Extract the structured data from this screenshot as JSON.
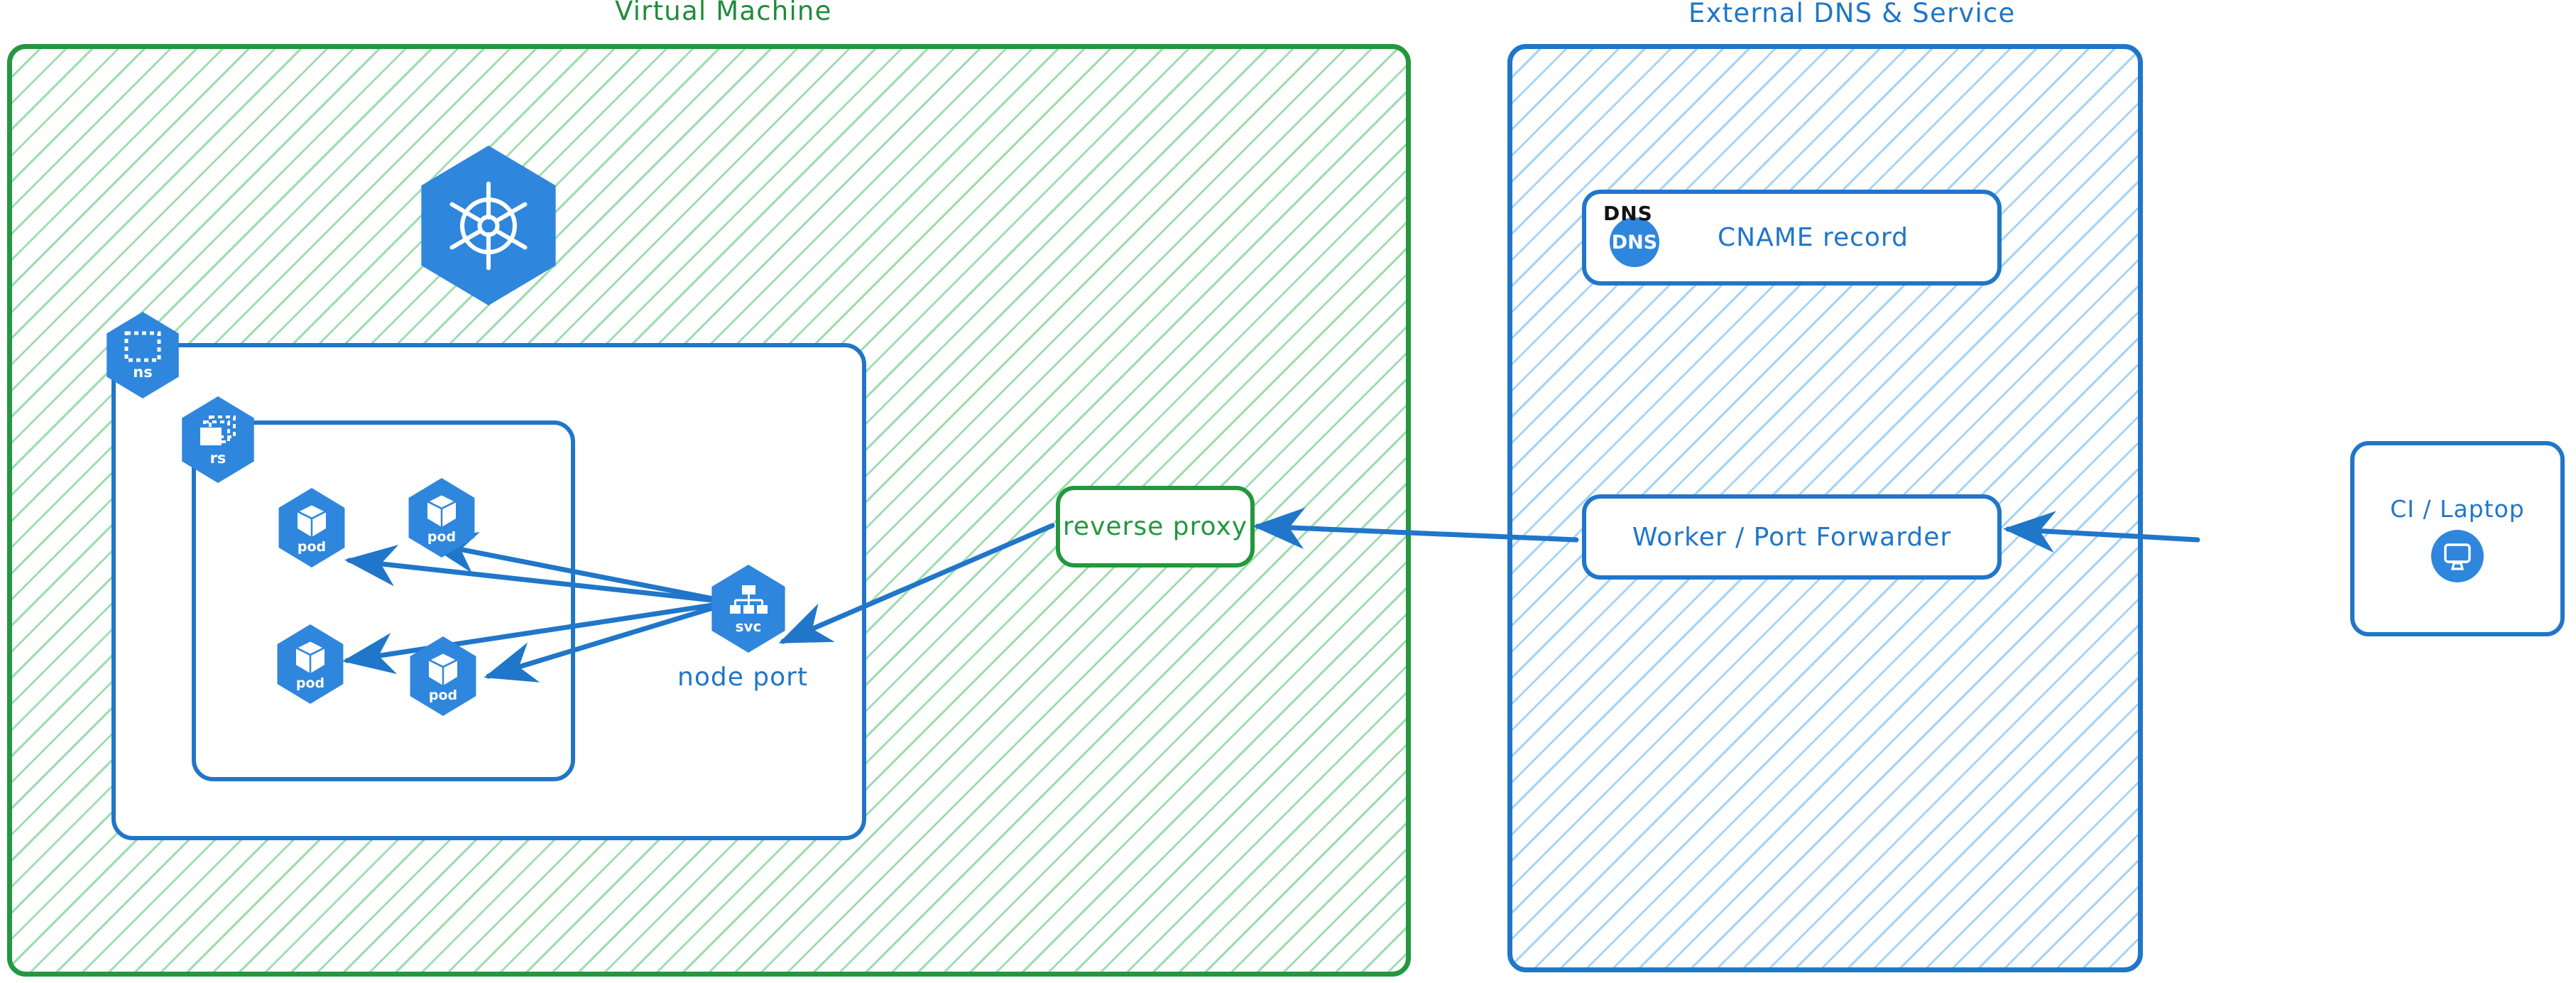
{
  "diagram": {
    "title": "Kubernetes NodePort exposure via reverse proxy and external DNS",
    "accent_green": "#23983f",
    "accent_blue": "#2076c9",
    "badge_blue": "#2f86dd"
  },
  "groups": [
    {
      "id": "vm",
      "label": "Virtual Machine",
      "color": "#1f8c3a"
    },
    {
      "id": "ext",
      "label": "External DNS & Service",
      "color": "#2076c9"
    }
  ],
  "vm": {
    "cluster_logo": {
      "icon": "kubernetes-wheel-icon"
    },
    "namespace": {
      "badge_label": "ns",
      "icon": "namespace-icon"
    },
    "replicaset": {
      "badge_label": "rs",
      "icon": "replicaset-icon"
    },
    "pods": [
      {
        "badge_label": "pod",
        "icon": "pod-cube-icon"
      },
      {
        "badge_label": "pod",
        "icon": "pod-cube-icon"
      },
      {
        "badge_label": "pod",
        "icon": "pod-cube-icon"
      },
      {
        "badge_label": "pod",
        "icon": "pod-cube-icon"
      }
    ],
    "service": {
      "badge_label": "svc",
      "icon": "service-tree-icon",
      "caption": "node port"
    },
    "reverse_proxy": {
      "label": "reverse proxy"
    }
  },
  "external": {
    "dns_card": {
      "corner_label": "DNS",
      "badge_text": "DNS",
      "record_label": "CNAME record",
      "icon": "dns-circle-icon"
    },
    "worker": {
      "label": "Worker / Port Forwarder"
    }
  },
  "client": {
    "label": "CI / Laptop",
    "icon": "desktop-monitor-icon"
  },
  "connections": [
    {
      "from": "svc",
      "to": "pod-1",
      "direction": "to-target"
    },
    {
      "from": "svc",
      "to": "pod-2",
      "direction": "to-target"
    },
    {
      "from": "svc",
      "to": "pod-3",
      "direction": "to-target"
    },
    {
      "from": "svc",
      "to": "pod-4",
      "direction": "to-target"
    },
    {
      "from": "reverse-proxy",
      "to": "svc",
      "direction": "to-target"
    },
    {
      "from": "worker",
      "to": "reverse-proxy",
      "direction": "to-target"
    },
    {
      "from": "ci-laptop",
      "to": "worker",
      "direction": "to-target"
    }
  ]
}
